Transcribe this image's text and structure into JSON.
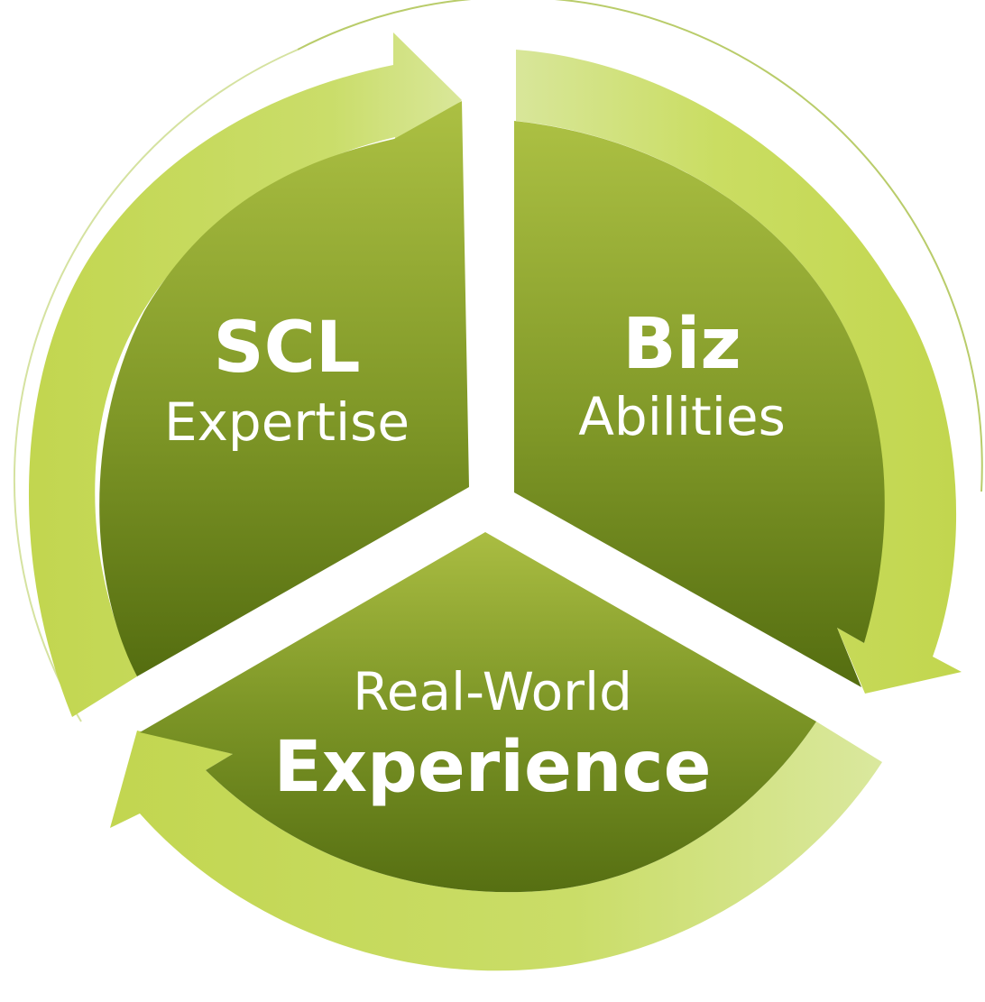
{
  "diagram": {
    "segments": [
      {
        "id": "scl",
        "primary": "SCL",
        "secondary": "Expertise"
      },
      {
        "id": "biz",
        "primary": "Biz",
        "secondary": "Abilities"
      },
      {
        "id": "real-world",
        "secondary": "Real-World",
        "primary": "Experience"
      }
    ],
    "colors": {
      "arrow_light": "#d6e48f",
      "arrow_mid": "#c6d955",
      "segment_top": "#a7bb3f",
      "segment_bottom": "#566f12",
      "outline": "#b9cc6a"
    }
  }
}
